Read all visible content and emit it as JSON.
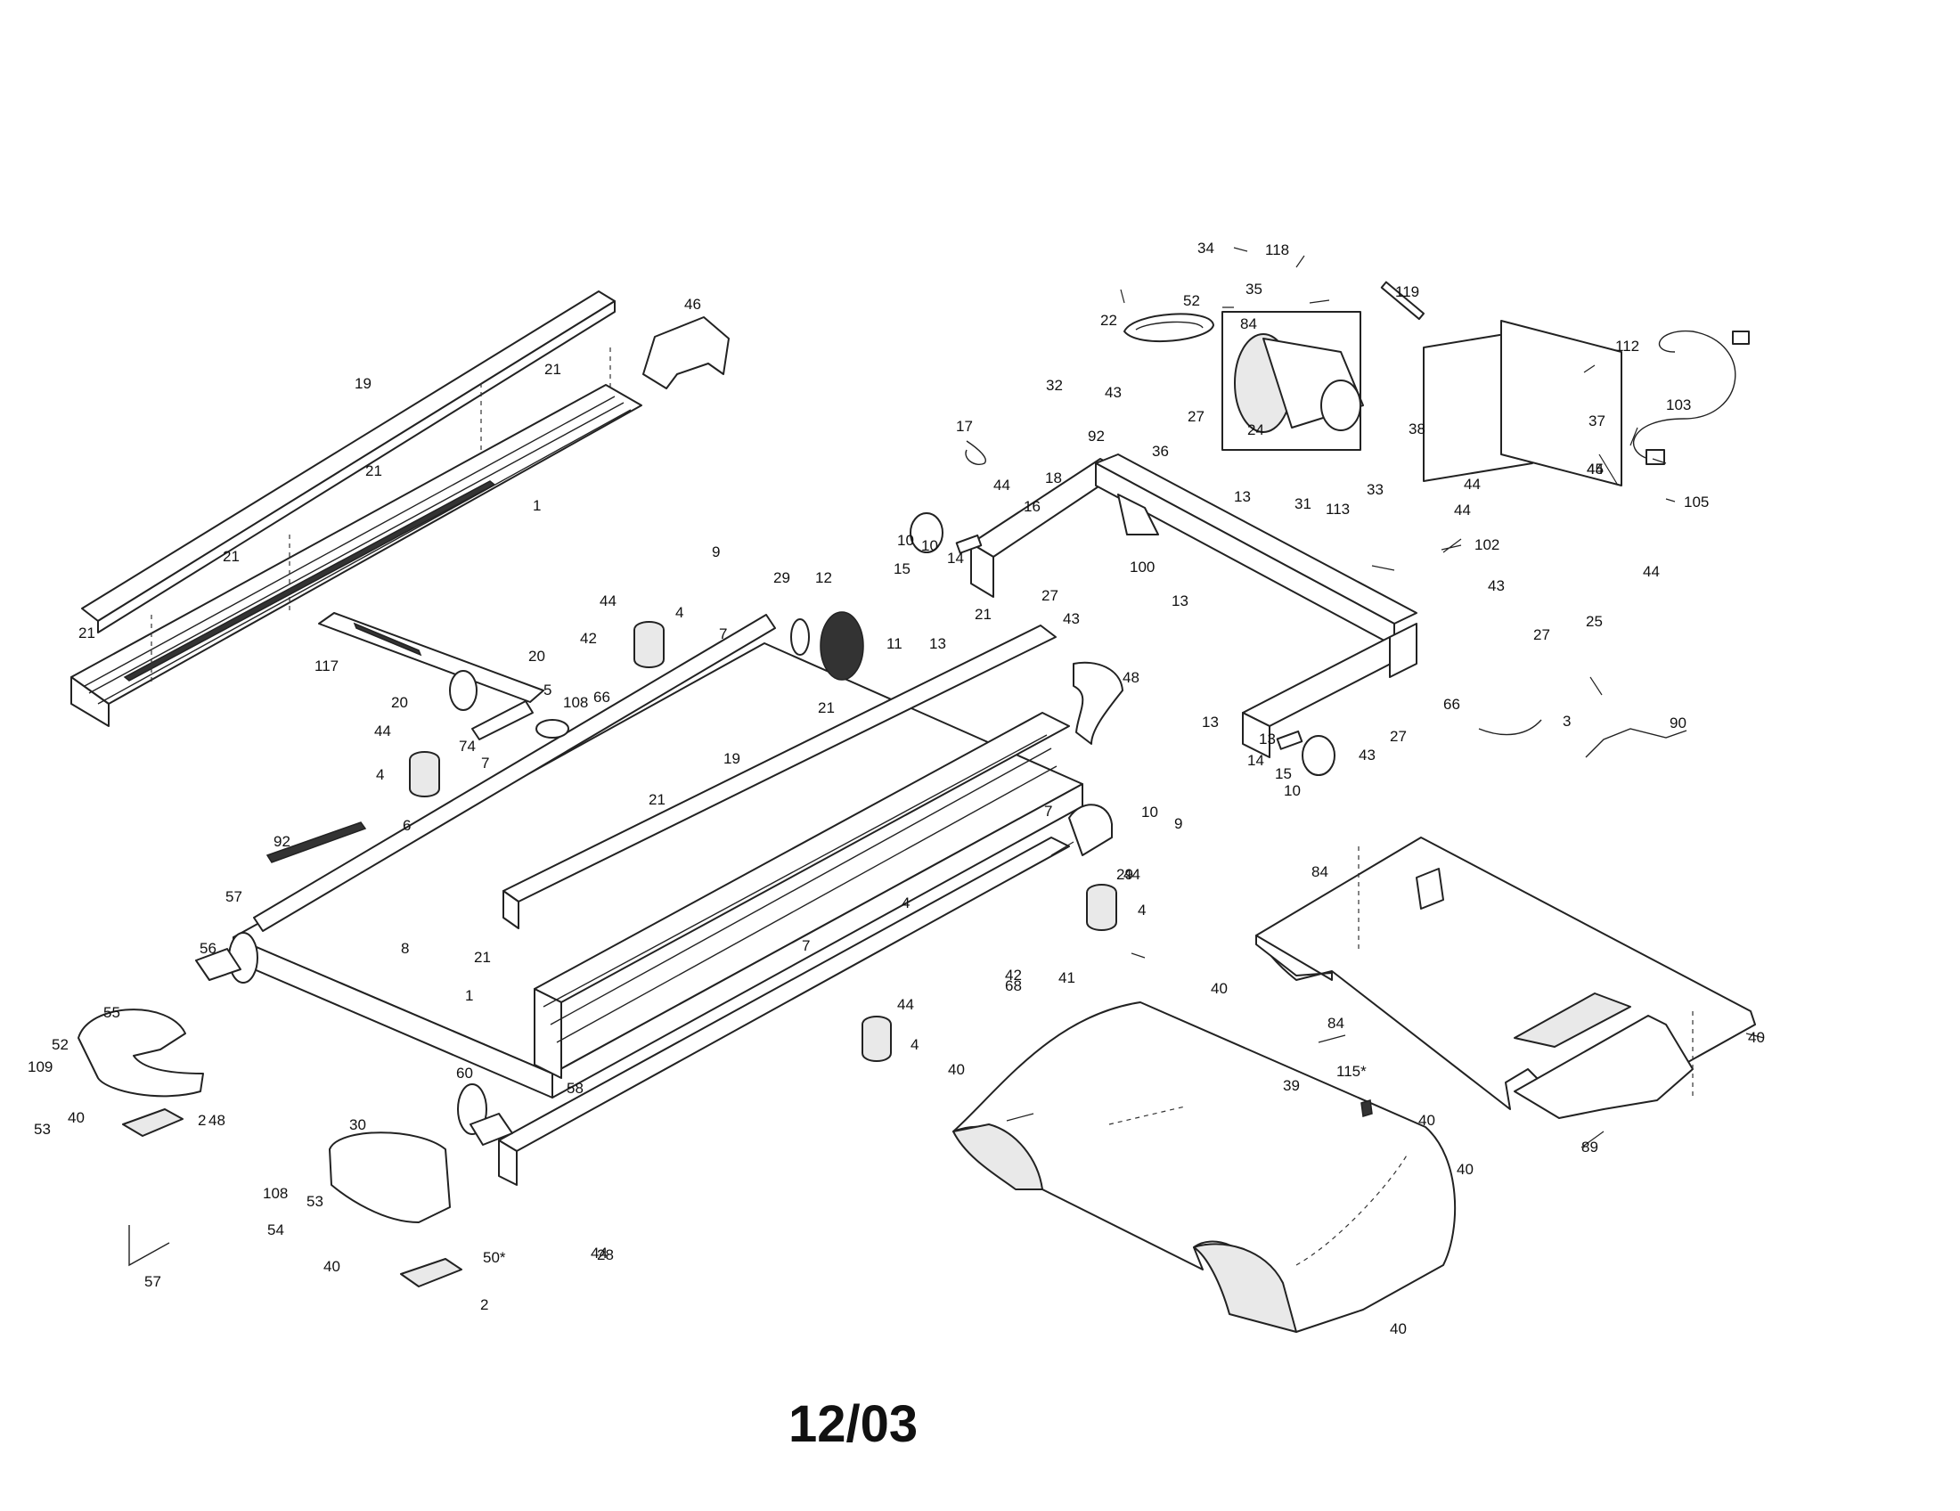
{
  "date_label": "12/03",
  "callouts": [
    "1",
    "1",
    "2",
    "2",
    "3",
    "4",
    "4",
    "4",
    "4",
    "4",
    "5",
    "6",
    "7",
    "7",
    "7",
    "7",
    "8",
    "9",
    "9",
    "10",
    "10",
    "10",
    "10",
    "11",
    "12",
    "13",
    "13",
    "13",
    "13",
    "13",
    "14",
    "14",
    "15",
    "15",
    "16",
    "17",
    "18",
    "19",
    "19",
    "20",
    "20",
    "21",
    "21",
    "21",
    "21",
    "21",
    "21",
    "21",
    "21",
    "22",
    "24",
    "25",
    "27",
    "27",
    "27",
    "27",
    "28",
    "29",
    "29",
    "30",
    "31",
    "32",
    "33",
    "34",
    "35",
    "36",
    "37",
    "38",
    "39",
    "40",
    "40",
    "40",
    "40",
    "40",
    "40",
    "40",
    "40",
    "41",
    "42",
    "42",
    "43",
    "43",
    "43",
    "43",
    "44",
    "44",
    "44",
    "44",
    "44",
    "44",
    "44",
    "44",
    "44",
    "44",
    "45",
    "46",
    "48",
    "48",
    "50*",
    "52",
    "52",
    "53",
    "53",
    "54",
    "55",
    "56",
    "57",
    "57",
    "58",
    "60",
    "66",
    "66",
    "68",
    "74",
    "84",
    "84",
    "84",
    "89",
    "90",
    "92",
    "92",
    "100",
    "102",
    "103",
    "105",
    "108",
    "108",
    "109",
    "112",
    "113",
    "115*",
    "117",
    "118",
    "119"
  ]
}
